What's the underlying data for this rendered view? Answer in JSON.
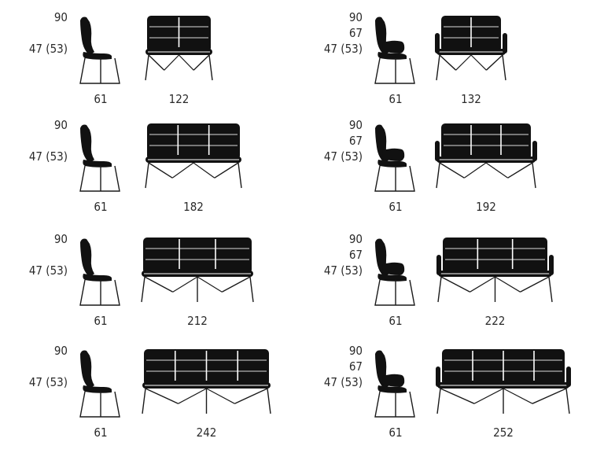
{
  "rows": [
    {
      "left": {
        "heights": [
          "90",
          "47 (53)"
        ],
        "chair_depth": "61",
        "sofa_width": "122",
        "seats": 2,
        "armrests": false
      },
      "right": {
        "heights": [
          "90",
          "67",
          "47 (53)"
        ],
        "chair_depth": "61",
        "sofa_width": "132",
        "seats": 2,
        "armrests": true
      }
    },
    {
      "left": {
        "heights": [
          "90",
          "47 (53)"
        ],
        "chair_depth": "61",
        "sofa_width": "182",
        "seats": 3,
        "armrests": false
      },
      "right": {
        "heights": [
          "90",
          "67",
          "47 (53)"
        ],
        "chair_depth": "61",
        "sofa_width": "192",
        "seats": 3,
        "armrests": true
      }
    },
    {
      "left": {
        "heights": [
          "90",
          "47 (53)"
        ],
        "chair_depth": "61",
        "sofa_width": "212",
        "seats": 3,
        "armrests": false
      },
      "right": {
        "heights": [
          "90",
          "67",
          "47 (53)"
        ],
        "chair_depth": "61",
        "sofa_width": "222",
        "seats": 3,
        "armrests": true
      }
    },
    {
      "left": {
        "heights": [
          "90",
          "47 (53)"
        ],
        "chair_depth": "61",
        "sofa_width": "242",
        "seats": 4,
        "armrests": false
      },
      "right": {
        "heights": [
          "90",
          "67",
          "47 (53)"
        ],
        "chair_depth": "61",
        "sofa_width": "252",
        "seats": 4,
        "armrests": true
      }
    }
  ],
  "colors": {
    "upholstery": "#111111",
    "line": "#1a1a1a",
    "seam": "#ffffff",
    "text": "#2a2a2a"
  }
}
